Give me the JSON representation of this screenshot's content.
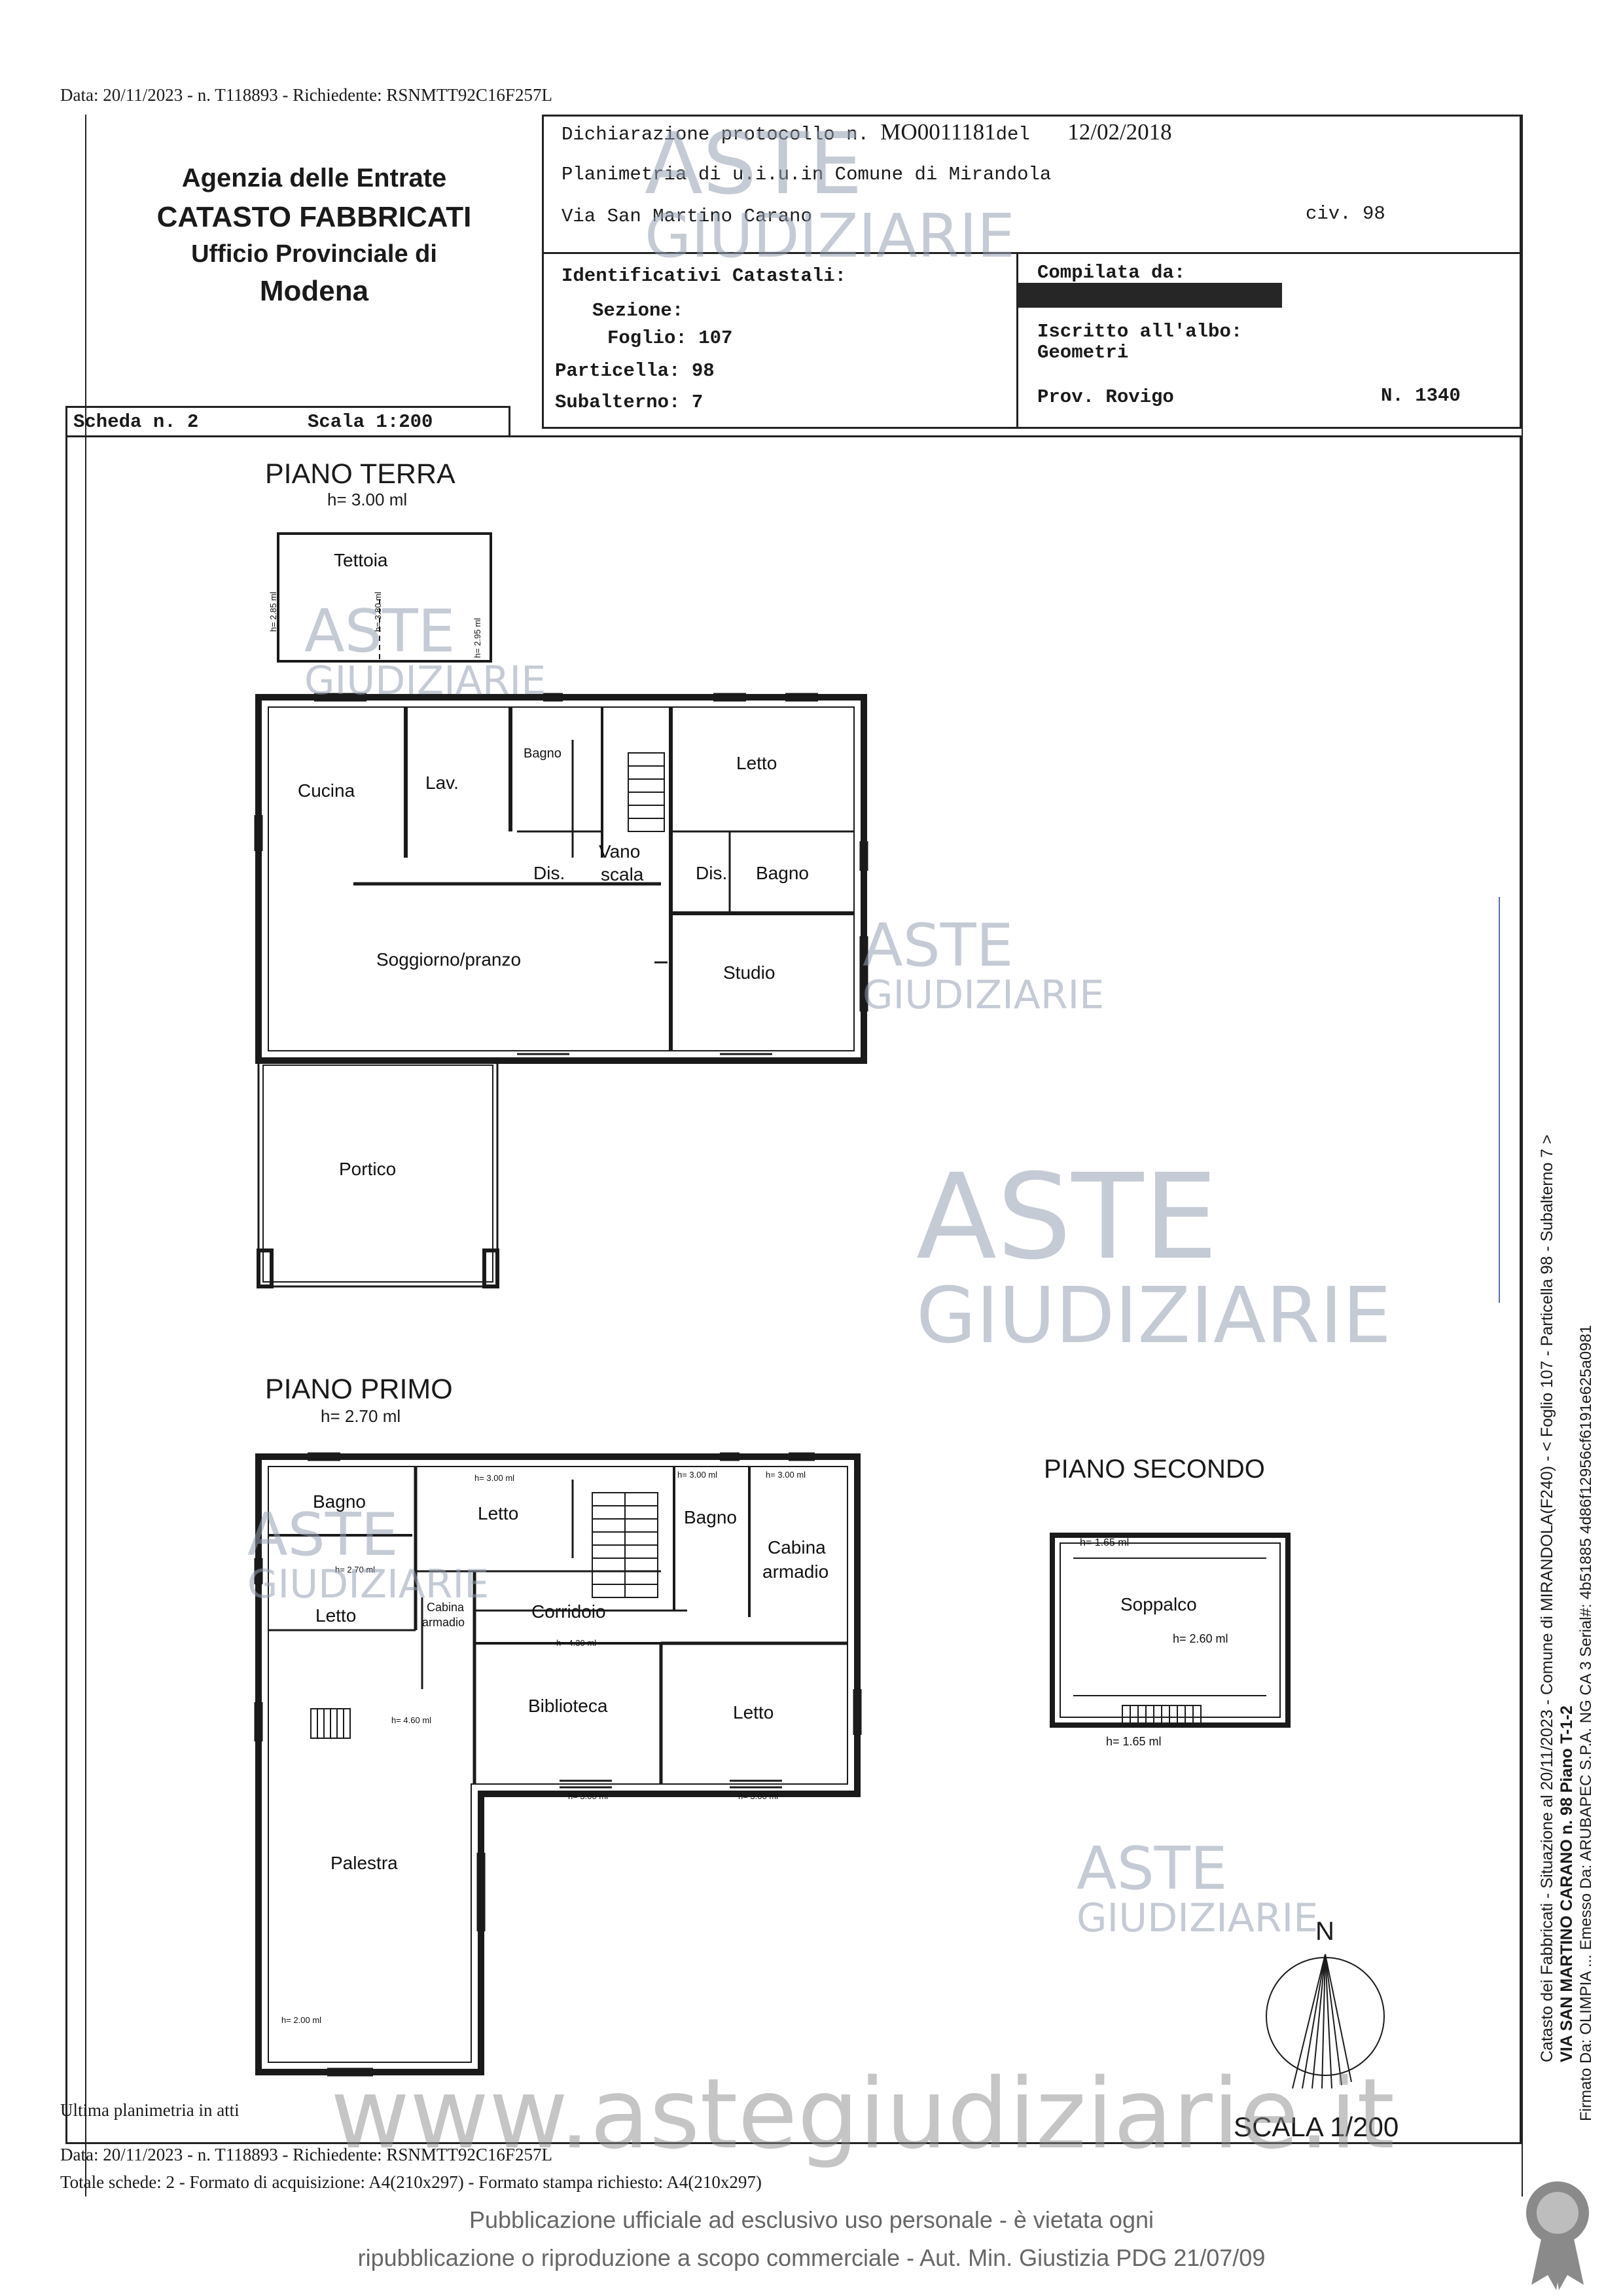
{
  "header": {
    "top_line": "Data: 20/11/2023 - n. T118893 - Richiedente: RSNMTT92C16F257L"
  },
  "office": {
    "agency": "Agenzia delle Entrate",
    "catasto": "CATASTO FABBRICATI",
    "ufficio": "Ufficio Provinciale di",
    "city": "Modena"
  },
  "declaration": {
    "protocol_label": "Dichiarazione protocollo n.",
    "protocol_number": "MO0011181",
    "del_label": "del",
    "date": "12/02/2018",
    "planimetria": "Planimetria di u.i.u.in Comune di Mirandola",
    "address": "Via San Martino Carano",
    "civ": "civ. 98"
  },
  "identifiers": {
    "title": "Identificativi Catastali:",
    "sezione": "Sezione:",
    "foglio": "Foglio: 107",
    "particella": "Particella: 98",
    "subalterno": "Subalterno: 7"
  },
  "compiler": {
    "compilata": "Compilata da:",
    "iscritto": "Iscritto all'albo:",
    "albo": "Geometri",
    "prov": "Prov. Rovigo",
    "numero": "N. 1340"
  },
  "scheda": {
    "label": "Scheda n. 2",
    "scala": "Scala 1:200"
  },
  "ground_floor": {
    "title": "PIANO TERRA",
    "height": "h= 3.00 ml",
    "rooms": {
      "tettoia": "Tettoia",
      "cucina": "Cucina",
      "lav": "Lav.",
      "bagno1": "Bagno",
      "vano": "Vano",
      "scala": "scala",
      "dis1": "Dis.",
      "dis2": "Dis.",
      "letto": "Letto",
      "bagno2": "Bagno",
      "soggiorno": "Soggiorno/pranzo",
      "studio": "Studio",
      "portico": "Portico"
    },
    "tettoia_h1": "h= 2.85 ml",
    "tettoia_h2": "h= 3.80 ml",
    "tettoia_h3": "h= 2.95 ml"
  },
  "first_floor": {
    "title": "PIANO PRIMO",
    "height": "h= 2.70 ml",
    "rooms": {
      "bagno1": "Bagno",
      "letto1": "Letto",
      "bagno2": "Bagno",
      "cabina": "Cabina",
      "armadio": "armadio",
      "letto2": "Letto",
      "cabina_small1": "Cabina",
      "cabina_small2": "armadio",
      "corridoio": "Corridoio",
      "biblioteca": "Biblioteca",
      "letto3": "Letto",
      "palestra": "Palestra"
    },
    "heights": {
      "h300a": "h= 3.00 ml",
      "h300b": "h= 3.00 ml",
      "h300c": "h= 3.00 ml",
      "h270": "h= 2.70 ml",
      "h430": "h= 4.30 ml",
      "h460": "h= 4.60 ml",
      "h300d": "h= 3.00 ml",
      "h300e": "h= 3.00 ml",
      "h200": "h= 2.00 ml"
    }
  },
  "second_floor": {
    "title": "PIANO SECONDO",
    "room": "Soppalco",
    "h_top": "h= 1.65 ml",
    "h_mid": "h= 2.60 ml",
    "h_bottom": "h= 1.65 ml"
  },
  "north": "N",
  "scale_bottom": "SCALA 1/200",
  "watermark": {
    "aste": "ASTE",
    "giudiziarie": "GIUDIZIARIE",
    "website": "www.astegiudiziarie.it"
  },
  "footer": {
    "ultima": "Ultima planimetria in atti",
    "data_line": "Data: 20/11/2023 - n. T118893 - Richiedente: RSNMTT92C16F257L",
    "totale": "Totale schede: 2 - Formato di acquisizione: A4(210x297) - Formato stampa richiesto: A4(210x297)",
    "publication1": "Pubblicazione ufficiale ad esclusivo uso personale - è vietata ogni",
    "publication2": "ripubblicazione o riproduzione a scopo commerciale - Aut. Min. Giustizia PDG 21/07/09"
  },
  "side": {
    "catasto_line": "Catasto dei Fabbricati - Situazione al 20/11/2023 - Comune di MIRANDOLA(F240) - < Foglio 107 - Particella 98 - Subalterno 7 >",
    "firmato_line": "Firmato Da: OLIMPIA ... Emesso Da: ARUBAPEC S.P.A. NG CA 3 Serial#: 4b51885 4d86f12956cf6191e625a0981",
    "via_line": "VIA SAN MARTINO CARANO n. 98 Piano T-1-2"
  }
}
